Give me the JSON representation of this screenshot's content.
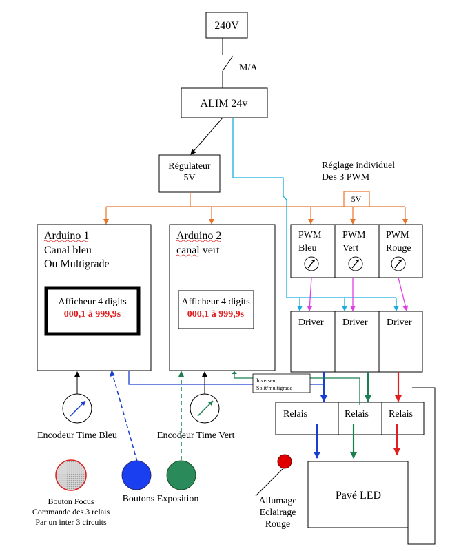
{
  "power": {
    "source_label": "240V",
    "switch_label": "M/A",
    "psu_label": "ALIM 24v",
    "regulator_line1": "Régulateur",
    "regulator_line2": "5V"
  },
  "pwm_section": {
    "title_line1": "Réglage individuel",
    "title_line2": "Des 3 PWM",
    "supply_label": "5V",
    "pwm": [
      {
        "line1": "PWM",
        "line2": "Bleu"
      },
      {
        "line1": "PWM",
        "line2": "Vert"
      },
      {
        "line1": "PWM",
        "line2": "Rouge"
      }
    ],
    "driver_label": "Driver",
    "relay_label": "Relais"
  },
  "arduino1": {
    "line1": "Arduino 1",
    "line2": "Canal bleu",
    "line3": "Ou Multigrade",
    "display_line1": "Afficheur 4 digits",
    "display_line2": "000,1 à 999,9s"
  },
  "arduino2": {
    "line1": "Arduino 2",
    "line2": "canal vert",
    "display_line1": "Afficheur 4 digits",
    "display_line2": "000,1 à 999,9s"
  },
  "inverter": {
    "line1": "Inverseur",
    "line2": "Split/multigrade"
  },
  "controls": {
    "encoder_blue": "Encodeur Time Bleu",
    "encoder_green": "Encodeur Time Vert",
    "focus_line1": "Bouton Focus",
    "focus_line2": "Commande des 3 relais",
    "focus_line3": "Par un inter  3 circuits",
    "exposure_buttons": "Boutons Exposition",
    "red_light_line1": "Allumage",
    "red_light_line2": "Eclairage",
    "red_light_line3": "Rouge",
    "led_panel": "Pavé LED"
  },
  "colors": {
    "orange": "#e8742a",
    "cyan": "#1aaee0",
    "magenta": "#e040e0",
    "blue": "#1a3fd0",
    "green": "#1a8050",
    "red": "#e02020",
    "button_blue": "#1a3ff0",
    "button_green": "#2a8a5a"
  }
}
